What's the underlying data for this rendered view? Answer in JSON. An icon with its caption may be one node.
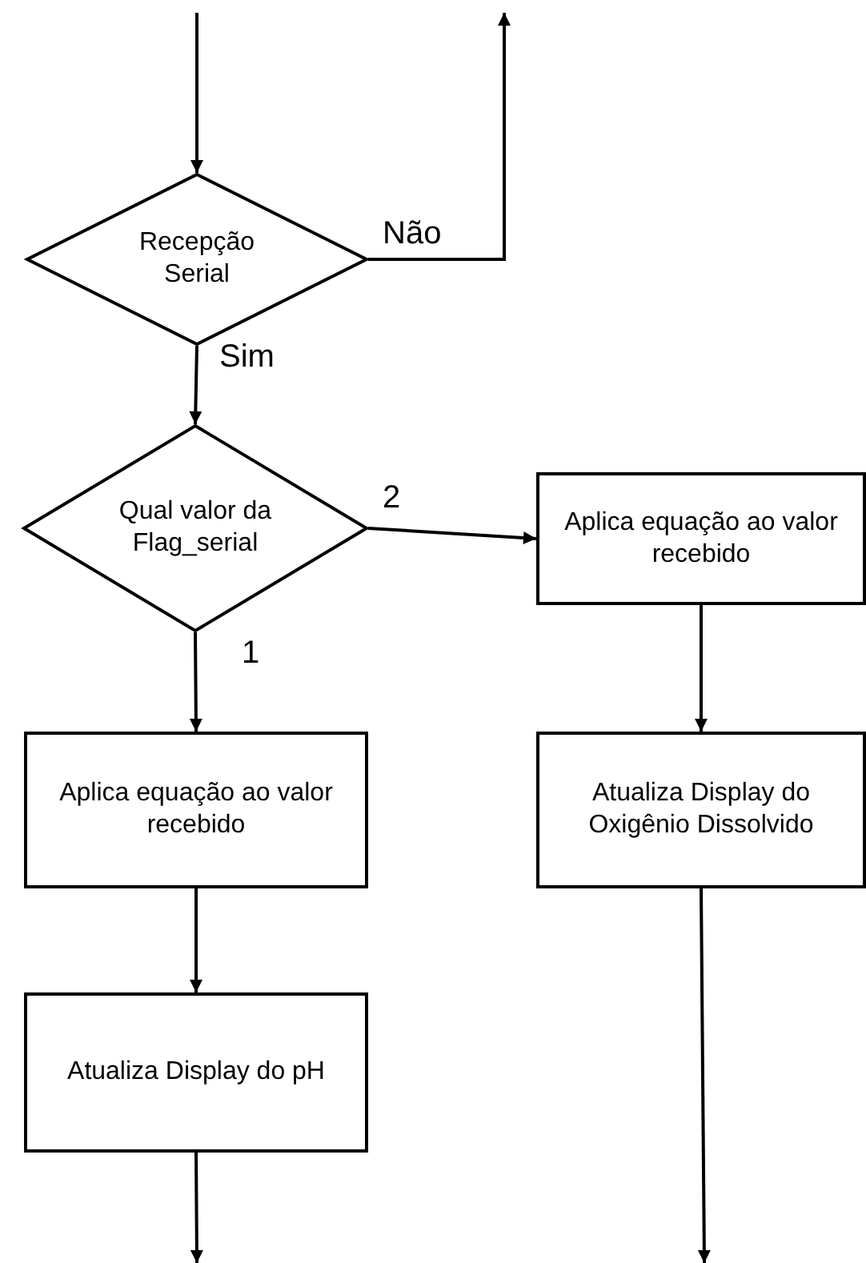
{
  "diagram": {
    "nodes": [
      {
        "text": [
          "Recepção Serial"
        ]
      },
      {
        "text": [
          "Qual valor da Flag_serial"
        ]
      },
      {
        "text": [
          "Aplica equação ao valor recebido"
        ]
      },
      {
        "text": [
          "Aplica equação ao valor recebido"
        ]
      },
      {
        "text": [
          "Atualiza Display do pH"
        ]
      },
      {
        "text": [
          "Atualiza Display do Oxigênio Dissolvido"
        ]
      }
    ],
    "edges": [
      {
        "from": null,
        "to": 0,
        "arrow": "to"
      },
      {
        "from": 0,
        "to": null,
        "label": "Não",
        "arrow": "to"
      },
      {
        "from": 0,
        "to": 1,
        "label": "Sim",
        "arrow": "to"
      },
      {
        "from": 1,
        "to": 2,
        "label": "2",
        "arrow": "to"
      },
      {
        "from": 1,
        "to": 3,
        "label": "1",
        "arrow": "to"
      },
      {
        "from": 3,
        "to": 4,
        "arrow": "to"
      },
      {
        "from": 4,
        "to": null,
        "arrow": "to"
      },
      {
        "from": 2,
        "to": 5,
        "arrow": "to"
      },
      {
        "from": 5,
        "to": null,
        "arrow": "to"
      }
    ]
  }
}
